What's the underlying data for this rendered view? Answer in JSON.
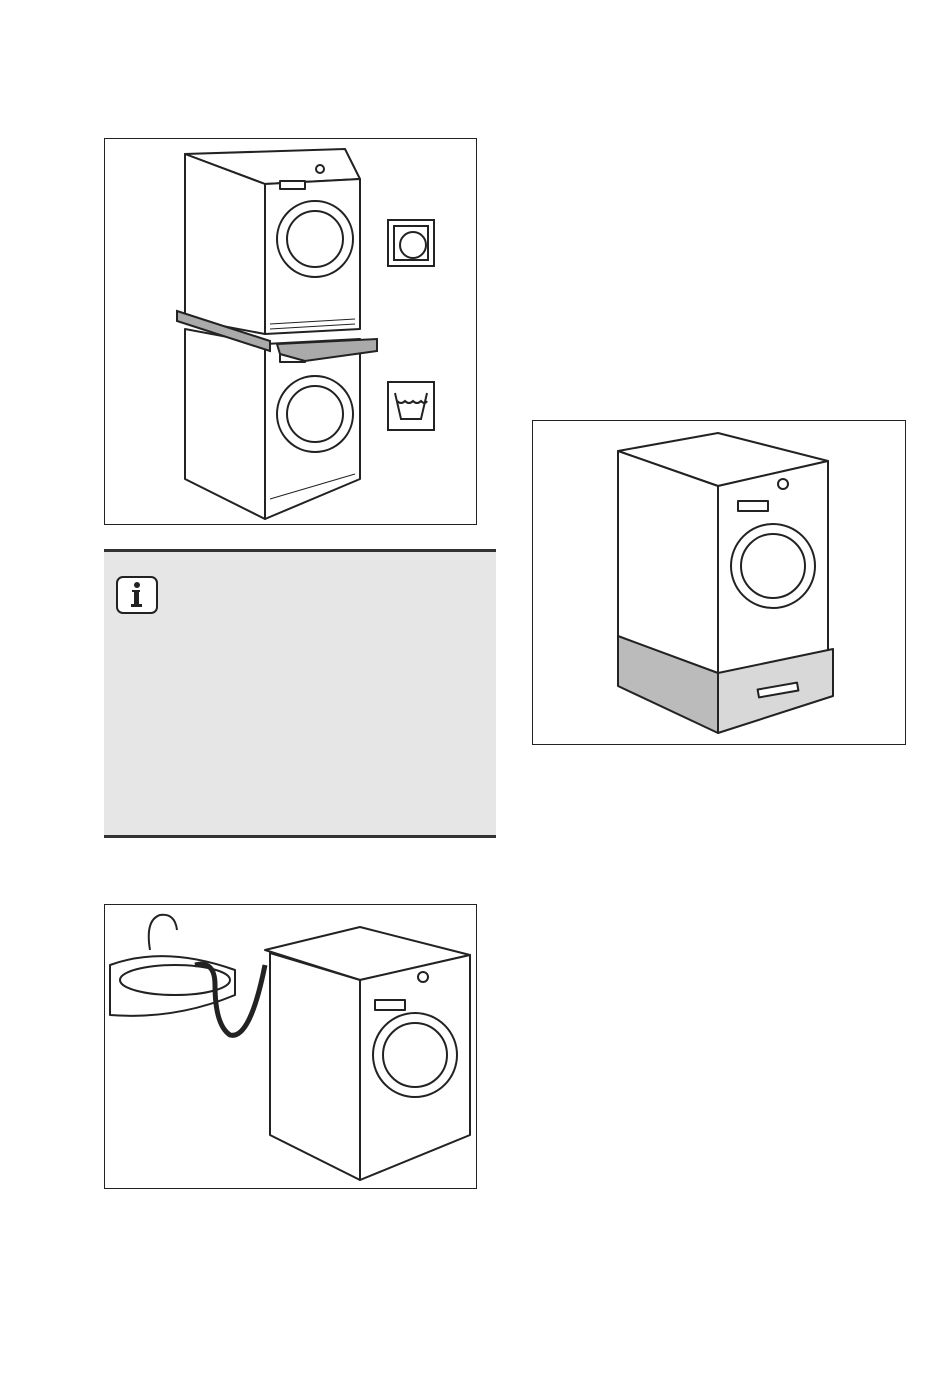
{
  "page": {
    "background": "#ffffff"
  },
  "figures": [
    {
      "id": "stacking-kit",
      "icons": [
        "dryer-symbol-icon",
        "washing-symbol-icon"
      ]
    },
    {
      "id": "pedestal",
      "icons": []
    },
    {
      "id": "sink-drain",
      "icons": []
    }
  ],
  "info_box": {
    "icon": "info-icon",
    "background": "#e6e6e6",
    "text": ""
  }
}
